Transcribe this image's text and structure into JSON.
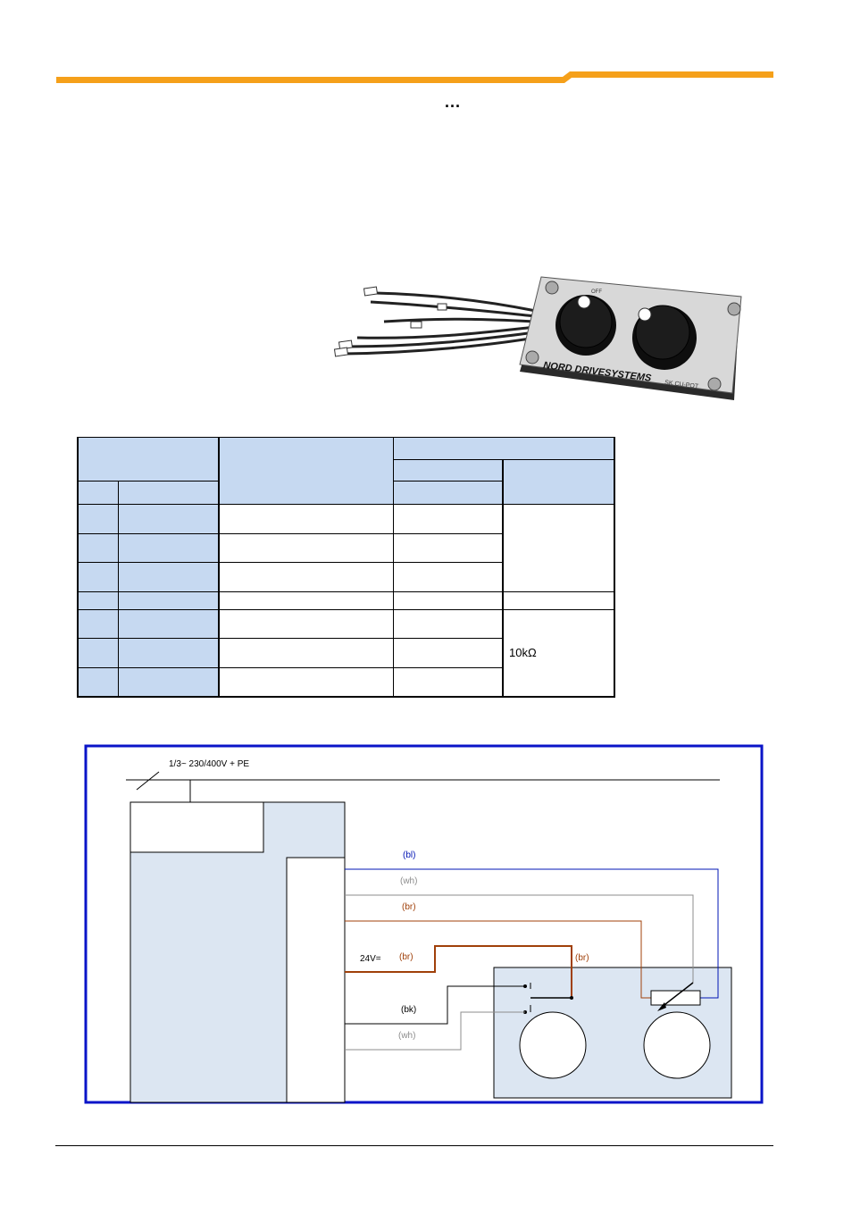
{
  "header": {
    "ellipsis": "..."
  },
  "product_photo": {
    "brand_text": "NORD DRIVESYSTEMS",
    "model_text": "SK CU-POT",
    "off_label": "OFF"
  },
  "table": {
    "rows_top": [
      "",
      "",
      "",
      "",
      "",
      "",
      "",
      ""
    ],
    "resistance_value": "10kΩ"
  },
  "diagram": {
    "supply_label": "1/3~ 230/400V + PE",
    "voltage_label": "24V=",
    "wires": {
      "blue": "(bl)",
      "white_top": "(wh)",
      "brown_top": "(br)",
      "brown_24v": "(br)",
      "brown_switch": "(br)",
      "black": "(bk)",
      "white_bottom": "(wh)"
    }
  },
  "colors": {
    "accent_orange": "#f5a01a",
    "diagram_border": "#0a14c8",
    "panel_fill": "#dce6f2",
    "table_header": "#c6d9f1",
    "wire_blue": "#0014b4",
    "wire_brown": "#a0400a",
    "wire_gray": "#8c8c8c"
  }
}
